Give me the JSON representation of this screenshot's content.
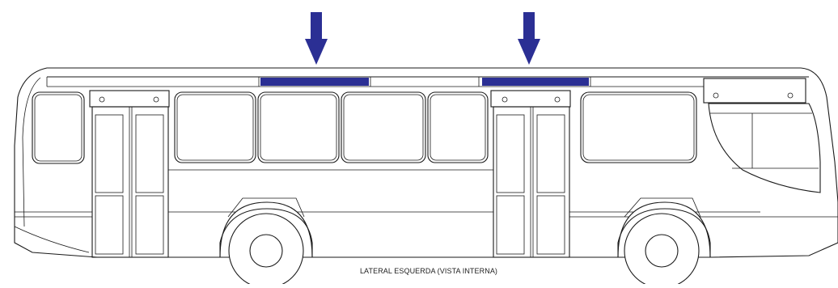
{
  "diagram": {
    "caption": "LATERAL ESQUERDA (VISTA INTERNA)",
    "colors": {
      "highlight": "#2b2f94",
      "outline": "#1a1a1a",
      "background": "#ffffff"
    },
    "markers": [
      {
        "name": "front-vent-marker",
        "icon": "down-arrow-icon"
      },
      {
        "name": "rear-vent-marker",
        "icon": "down-arrow-icon"
      }
    ]
  }
}
